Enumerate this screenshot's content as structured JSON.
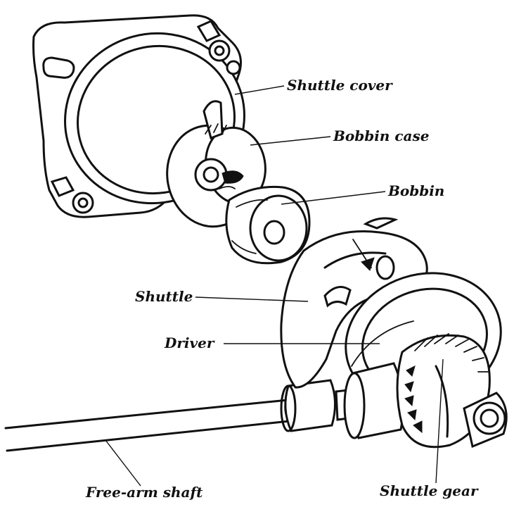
{
  "diagram": {
    "labels": {
      "shuttle_cover": "Shuttle cover",
      "bobbin_case": "Bobbin case",
      "bobbin": "Bobbin",
      "shuttle": "Shuttle",
      "driver": "Driver",
      "free_arm_shaft": "Free-arm shaft",
      "shuttle_gear": "Shuttle gear"
    }
  }
}
